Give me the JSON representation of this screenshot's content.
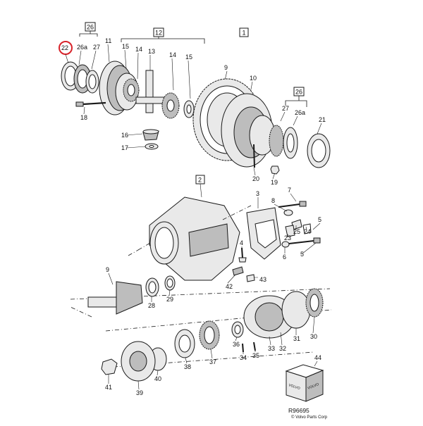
{
  "diagram": {
    "highlighted_part": "22",
    "group_boxes": [
      "26",
      "12",
      "1",
      "26",
      "2"
    ],
    "callouts_top": [
      "22",
      "26a",
      "27",
      "11",
      "15",
      "14",
      "13",
      "14",
      "15",
      "9",
      "10",
      "27",
      "26a",
      "21",
      "18",
      "16",
      "17",
      "20",
      "19"
    ],
    "callouts_mid": [
      "3",
      "7",
      "8",
      "5",
      "25",
      "24",
      "23",
      "6",
      "4",
      "5",
      "43",
      "42"
    ],
    "callouts_bottom": [
      "9",
      "28",
      "29",
      "30",
      "31",
      "32",
      "33",
      "34",
      "35",
      "36",
      "37",
      "38",
      "39",
      "40",
      "41",
      "44"
    ],
    "reference_code": "R96695",
    "copyright": "© Volvo Parts Corp",
    "box_brand": "VOLVO"
  }
}
